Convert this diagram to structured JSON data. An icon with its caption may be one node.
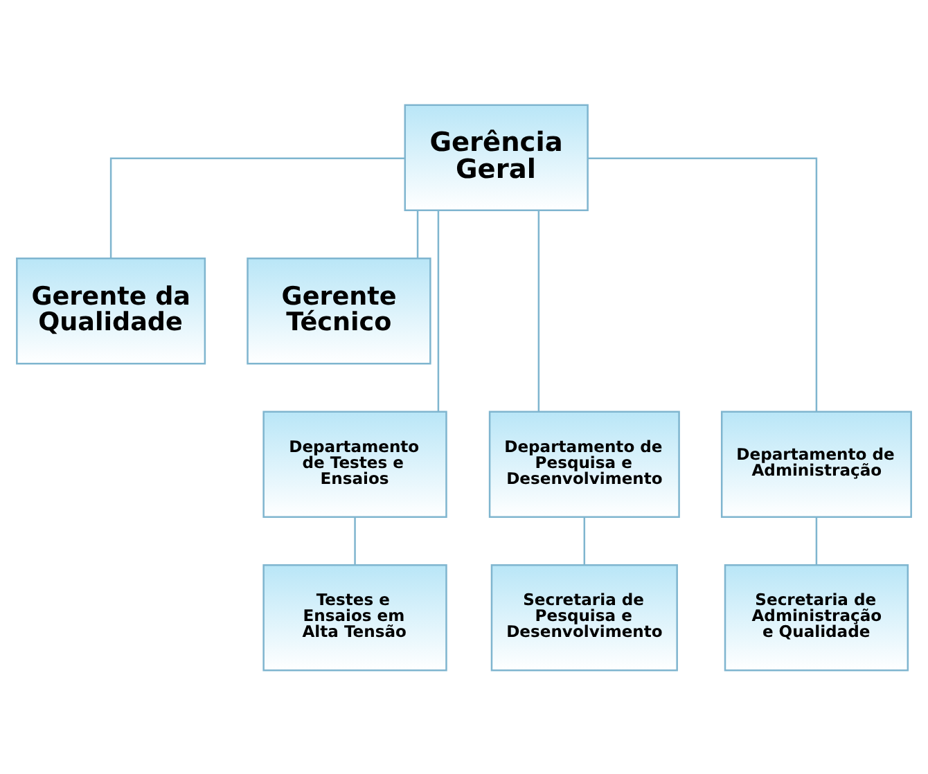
{
  "diagram": {
    "nodes": [
      {
        "text": [
          "Gerência Geral"
        ]
      },
      {
        "text": [
          "Gerente da Qualidade"
        ]
      },
      {
        "text": [
          "Gerente Técnico"
        ]
      },
      {
        "text": [
          "Departamento de Testes e Ensaios"
        ]
      },
      {
        "text": [
          "Departamento de Pesquisa e Desenvolvimento"
        ]
      },
      {
        "text": [
          "Departamento de Administração"
        ]
      },
      {
        "text": [
          "Testes e Ensaios em Alta Tensão"
        ]
      },
      {
        "text": [
          "Secretaria de Pesquisa e Desenvolvimento"
        ]
      },
      {
        "text": [
          "Secretaria de Administração e Qualidade"
        ]
      }
    ],
    "edges": [
      {
        "from": 0,
        "to": 1,
        "arrow": "none"
      },
      {
        "from": 0,
        "to": 2,
        "arrow": "none"
      },
      {
        "from": 0,
        "to": 3,
        "arrow": "none"
      },
      {
        "from": 0,
        "to": 4,
        "arrow": "none"
      },
      {
        "from": 0,
        "to": 5,
        "arrow": "none"
      },
      {
        "from": 3,
        "to": 6,
        "arrow": "none"
      },
      {
        "from": 4,
        "to": 7,
        "arrow": "none"
      },
      {
        "from": 5,
        "to": 8,
        "arrow": "none"
      }
    ]
  }
}
